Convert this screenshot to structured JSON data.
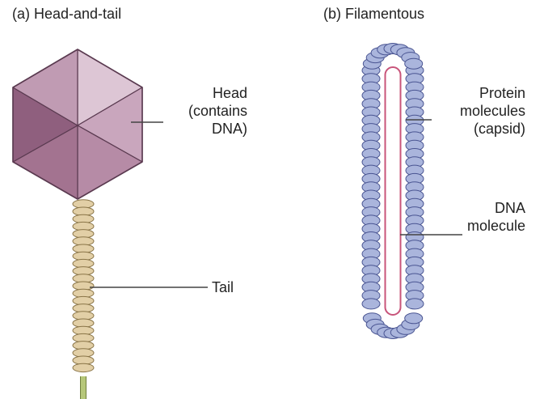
{
  "panels": {
    "head_and_tail": {
      "title": "(a) Head-and-tail",
      "head_label": [
        "Head",
        "(contains",
        "DNA)"
      ],
      "tail_label": "Tail"
    },
    "filamentous": {
      "title": "(b) Filamentous",
      "capsid_label": [
        "Protein",
        "molecules",
        "(capsid)"
      ],
      "dna_label": [
        "DNA",
        "molecule"
      ]
    }
  },
  "colors": {
    "head_facets": [
      "#ddc6d5",
      "#c9a6bd",
      "#b68ba6",
      "#a37390",
      "#8f5f7e",
      "#c09bb3"
    ],
    "head_edges": "#5a3a50",
    "tail_bead": "#e2cfa6",
    "tail_bead_edge": "#8a7548",
    "tail_fiber": "#b6c77a",
    "capsid_bead": "#aab5dc",
    "capsid_bead_edge": "#4a5592",
    "dna": "#c8547a",
    "leader_line": "#444444"
  }
}
